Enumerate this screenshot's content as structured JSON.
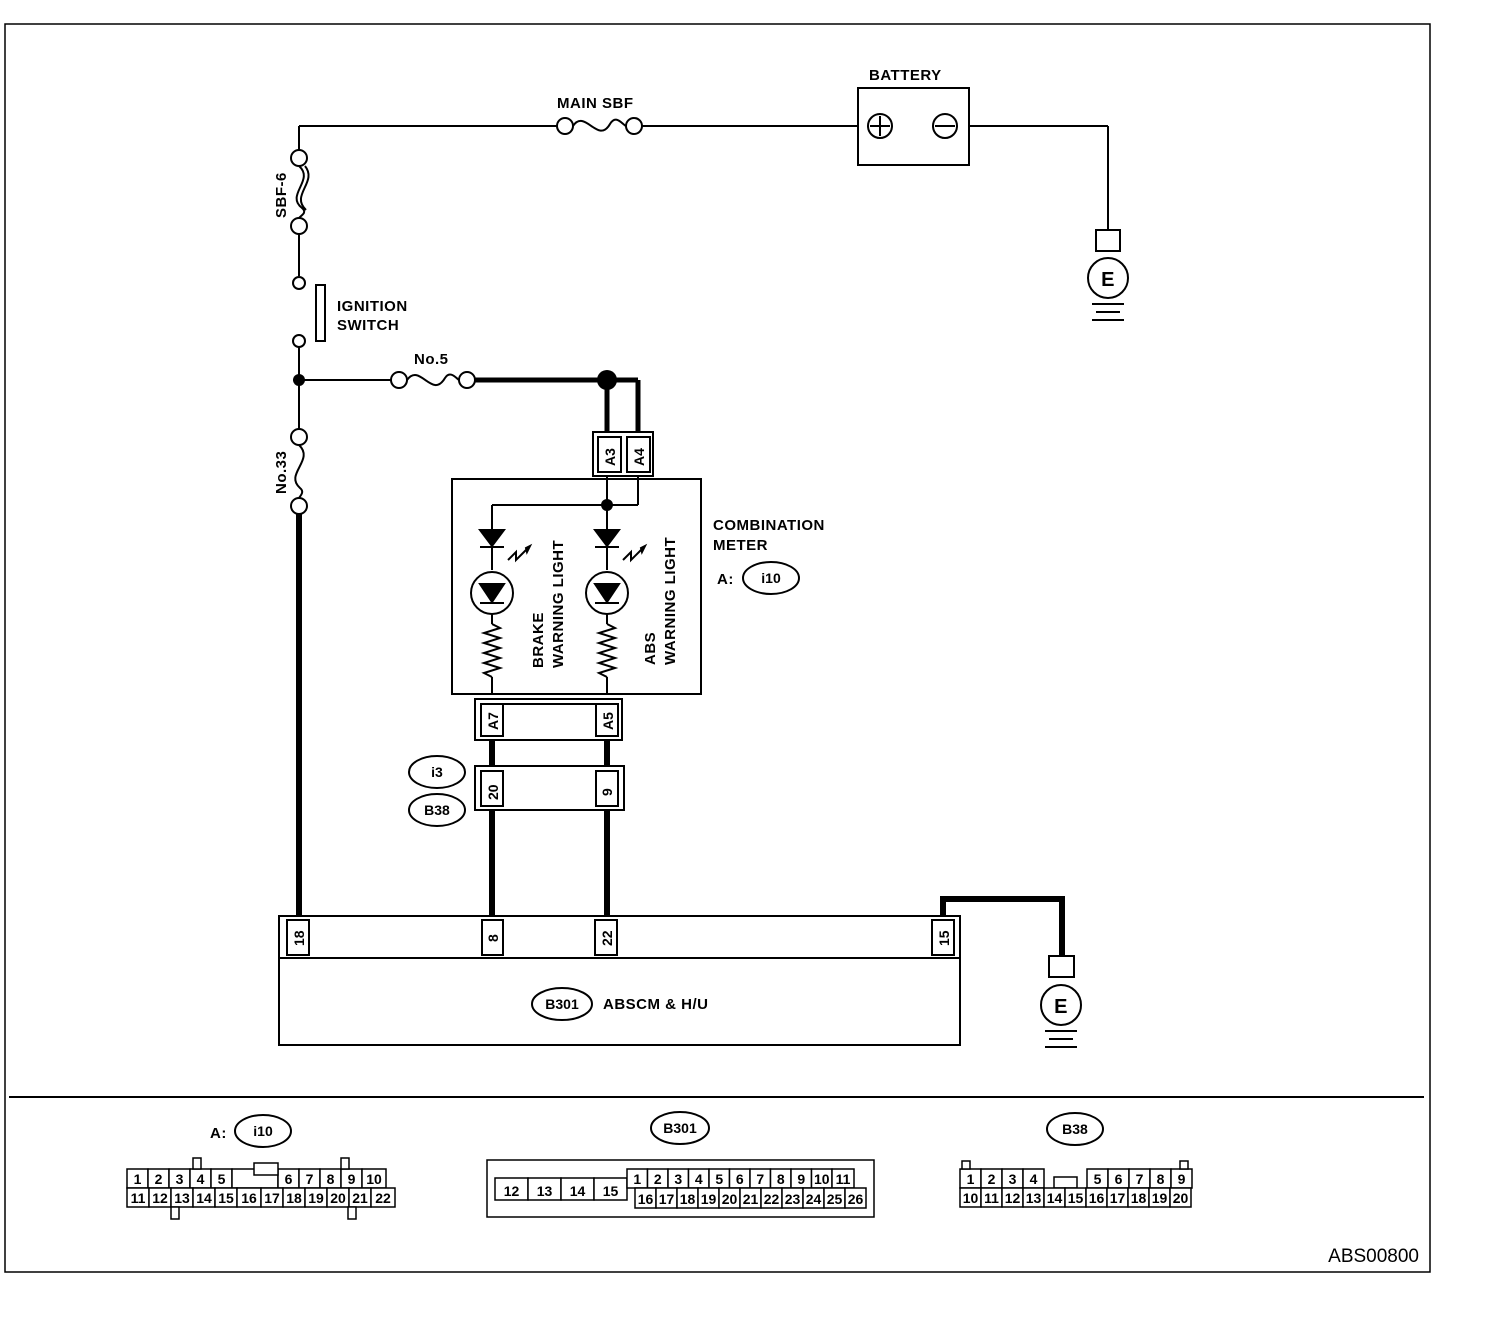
{
  "labels": {
    "battery": "BATTERY",
    "main_sbf": "MAIN SBF",
    "sbf6": "SBF-6",
    "ignition_line1": "IGNITION",
    "ignition_line2": "SWITCH",
    "fuse_no5": "No.5",
    "fuse_no33": "No.33",
    "combination_line1": "COMBINATION",
    "combination_line2": "METER",
    "a_prefix": "A:",
    "i10": "i10",
    "brake_line1": "BRAKE",
    "brake_line2": "WARNING LIGHT",
    "abs_line1": "ABS",
    "abs_line2": "WARNING LIGHT",
    "i3": "i3",
    "b38": "B38",
    "b301": "B301",
    "abscm": "ABSCM & H/U",
    "ground_e": "E",
    "plus": "+",
    "minus": "−",
    "diagram_code": "ABS00800"
  },
  "pins": {
    "a3": "A3",
    "a4": "A4",
    "a7": "A7",
    "a5": "A5",
    "p20": "20",
    "p9": "9",
    "p18": "18",
    "p8": "8",
    "p22": "22",
    "p15": "15"
  },
  "connectors": {
    "i10_row1": [
      "1",
      "2",
      "3",
      "4",
      "5",
      "",
      "6",
      "7",
      "8",
      "9",
      "10"
    ],
    "i10_row2": [
      "11",
      "12",
      "13",
      "14",
      "15",
      "16",
      "17",
      "18",
      "19",
      "20",
      "21",
      "22"
    ],
    "b301_left": [
      "12",
      "13",
      "14",
      "15"
    ],
    "b301_row1": [
      "1",
      "2",
      "3",
      "4",
      "5",
      "6",
      "7",
      "8",
      "9",
      "10",
      "11"
    ],
    "b301_row2": [
      "16",
      "17",
      "18",
      "19",
      "20",
      "21",
      "22",
      "23",
      "24",
      "25",
      "26"
    ],
    "b38_row1": [
      "1",
      "2",
      "3",
      "4",
      "5",
      "6",
      "7",
      "8",
      "9"
    ],
    "b38_row2": [
      "10",
      "11",
      "12",
      "13",
      "14",
      "15",
      "16",
      "17",
      "18",
      "19",
      "20"
    ]
  }
}
